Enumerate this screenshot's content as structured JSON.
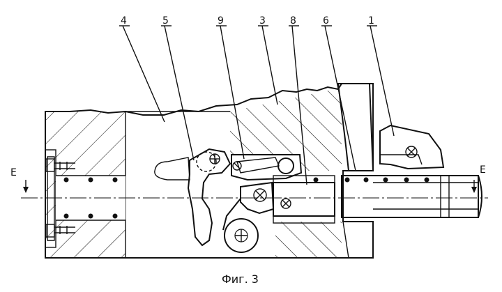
{
  "figure": {
    "caption": "Фиг. 3",
    "section_mark": "E",
    "callouts": [
      "4",
      "5",
      "9",
      "3",
      "8",
      "6",
      "1"
    ]
  }
}
